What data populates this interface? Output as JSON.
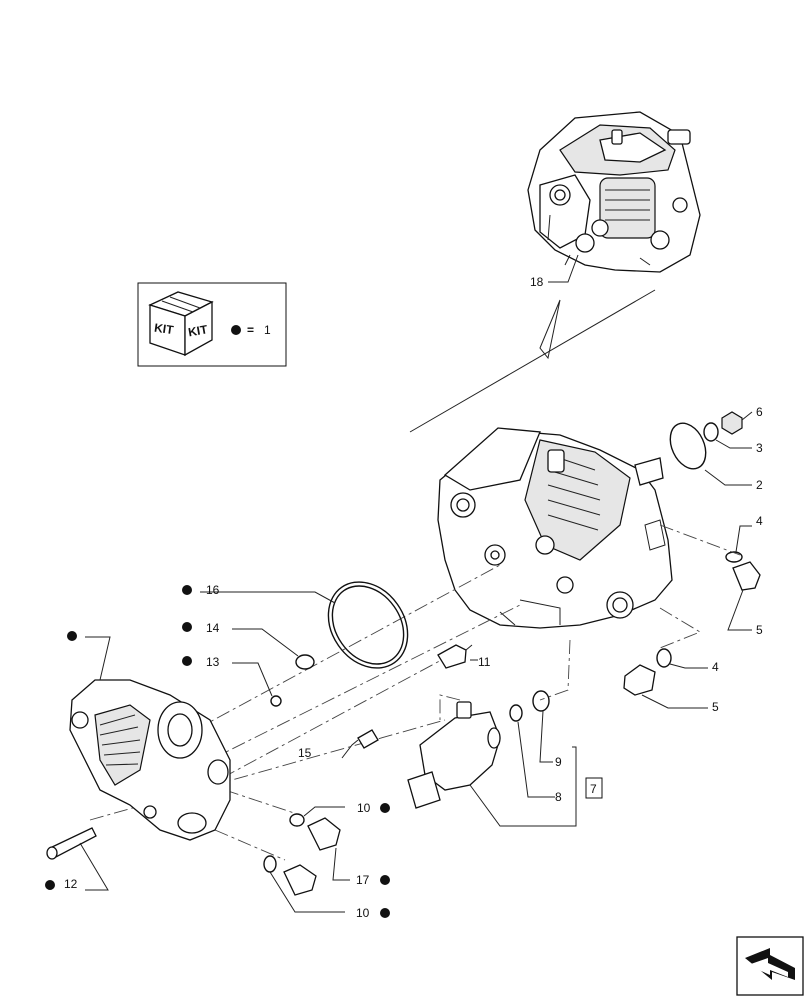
{
  "kit_legend": {
    "kit_text_left": "KIT",
    "kit_text_right": "KIT",
    "equals": "=",
    "value": "1"
  },
  "callouts": [
    {
      "id": "c18",
      "text": "18"
    },
    {
      "id": "c3",
      "text": "3"
    },
    {
      "id": "c6",
      "text": "6"
    },
    {
      "id": "c2",
      "text": "2"
    },
    {
      "id": "c4a",
      "text": "4"
    },
    {
      "id": "c5a",
      "text": "5"
    },
    {
      "id": "c4b",
      "text": "4"
    },
    {
      "id": "c5b",
      "text": "5"
    },
    {
      "id": "c16",
      "text": "16"
    },
    {
      "id": "c14",
      "text": "14"
    },
    {
      "id": "c13",
      "text": "13"
    },
    {
      "id": "c11",
      "text": "11"
    },
    {
      "id": "c15",
      "text": "15"
    },
    {
      "id": "c9",
      "text": "9"
    },
    {
      "id": "c8",
      "text": "8"
    },
    {
      "id": "c7",
      "text": "7"
    },
    {
      "id": "c10a",
      "text": "10"
    },
    {
      "id": "c17",
      "text": "17"
    },
    {
      "id": "c10b",
      "text": "10"
    },
    {
      "id": "c12",
      "text": "12"
    }
  ],
  "nav": {
    "icon": "next-page-arrow-icon"
  }
}
